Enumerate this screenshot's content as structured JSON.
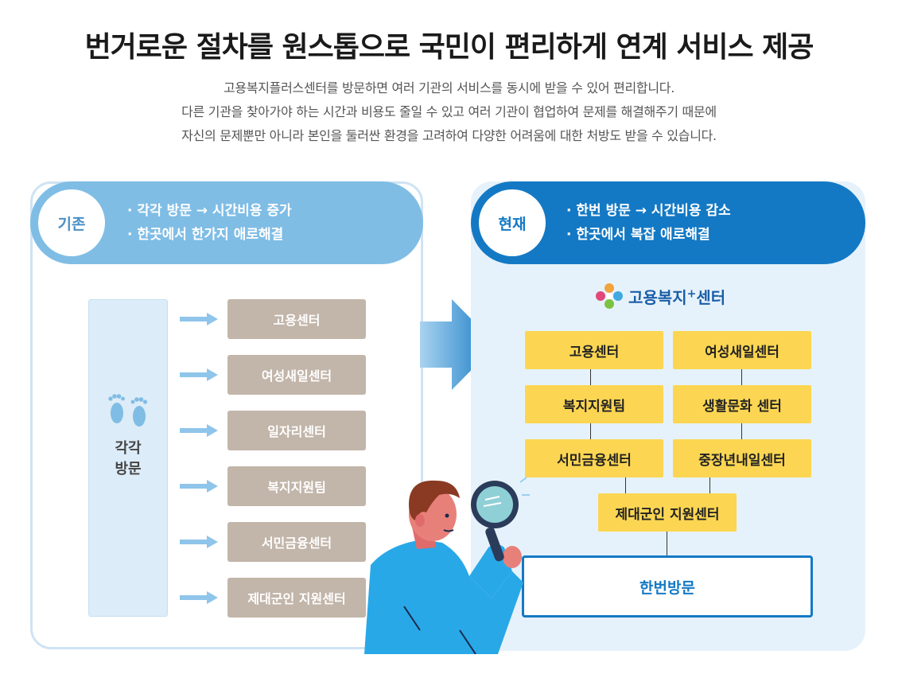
{
  "title": "번거로운 절차를 원스톱으로 국민이 편리하게 연계 서비스 제공",
  "description": [
    "고용복지플러스센터를 방문하면 여러 기관의 서비스를 동시에 받을 수 있어 편리합니다.",
    "다른 기관을 찾아가야 하는 시간과 비용도 줄일 수 있고 여러 기관이 협업하여 문제를 해결해주기 때문에",
    "자신의 문제뿐만 아니라 본인을 둘러싼 환경을 고려하여 다양한 어려움에 대한 처방도 받을 수 있습니다."
  ],
  "before": {
    "badge": "기존",
    "bullets": [
      "· 각각 방문 → 시간비용 증가",
      "· 한곳에서 한가지 애로해결"
    ],
    "visit_label_1": "각각",
    "visit_label_2": "방문",
    "centers": [
      "고용센터",
      "여성새일센터",
      "일자리센터",
      "복지지원팀",
      "서민금융센터",
      "제대군인 지원센터"
    ]
  },
  "after": {
    "badge": "현재",
    "bullets": [
      "· 한번 방문 → 시간비용 감소",
      "· 한곳에서 복잡 애로해결"
    ],
    "logo_text": "고용복지",
    "logo_sup": "+",
    "logo_text_2": "센터",
    "centers": [
      "고용센터",
      "여성새일센터",
      "복지지원팀",
      "생활문화 센터",
      "서민금융센터",
      "중장년내일센터",
      "제대군인 지원센터"
    ],
    "one_visit": "한번방문"
  },
  "colors": {
    "before_header": "#7fbde5",
    "after_header": "#1479c4",
    "center_box_before": "#c2b5a9",
    "center_box_after": "#fcd652"
  }
}
